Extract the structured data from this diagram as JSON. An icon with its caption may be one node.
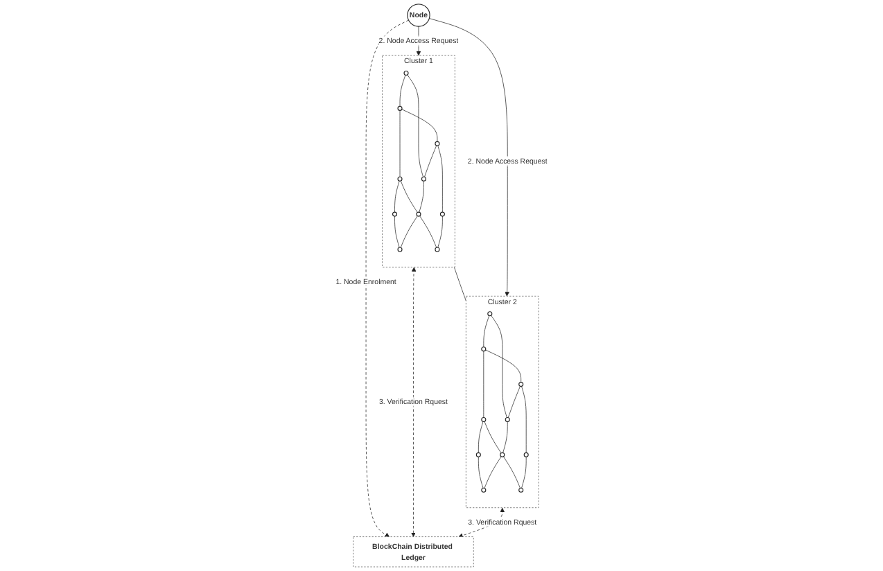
{
  "diagram": {
    "nodes": [
      {
        "text": [
          "Node"
        ]
      },
      {
        "text": [
          "Cluster 1"
        ]
      },
      {
        "text": [],
        "shape": "circle",
        "in": 1
      },
      {
        "text": [],
        "shape": "circle",
        "in": 1
      },
      {
        "text": [],
        "shape": "circle",
        "in": 1
      },
      {
        "text": [],
        "shape": "circle",
        "in": 1
      },
      {
        "text": [],
        "shape": "circle",
        "in": 1
      },
      {
        "text": [],
        "shape": "circle",
        "in": 1
      },
      {
        "text": [],
        "shape": "circle",
        "in": 1
      },
      {
        "text": [],
        "shape": "circle",
        "in": 1
      },
      {
        "text": [],
        "shape": "circle",
        "in": 1
      },
      {
        "text": [],
        "shape": "circle",
        "in": 1
      },
      {
        "text": [
          "Cluster 2"
        ]
      },
      {
        "text": [],
        "shape": "circle",
        "in": 12
      },
      {
        "text": [],
        "shape": "circle",
        "in": 12
      },
      {
        "text": [],
        "shape": "circle",
        "in": 12
      },
      {
        "text": [],
        "shape": "circle",
        "in": 12
      },
      {
        "text": [],
        "shape": "circle",
        "in": 12
      },
      {
        "text": [],
        "shape": "circle",
        "in": 12
      },
      {
        "text": [],
        "shape": "circle",
        "in": 12
      },
      {
        "text": [],
        "shape": "circle",
        "in": 12
      },
      {
        "text": [],
        "shape": "circle",
        "in": 12
      },
      {
        "text": [],
        "shape": "circle",
        "in": 12
      },
      {
        "text": [
          "BlockChain Distributed Ledger"
        ]
      }
    ],
    "edges": [
      {
        "from": 0,
        "to": 1,
        "arrow": "to",
        "label": "2. Node Access Request"
      },
      {
        "from": 0,
        "to": 12,
        "arrow": "to",
        "label": "2. Node Access Request"
      },
      {
        "from": 0,
        "to": 23,
        "arrow": "to",
        "label": "1. Node Enrolment",
        "style": "dashed"
      },
      {
        "from": 1,
        "to": 23,
        "arrow": "both",
        "label": "3. Verification Rquest",
        "style": "dashed"
      },
      {
        "from": 12,
        "to": 23,
        "arrow": "both",
        "label": "3. Verification Rquest",
        "style": "dashed"
      },
      {
        "from": 1,
        "to": 12,
        "arrow": "none"
      },
      {
        "from": 2,
        "to": 3,
        "arrow": "none"
      },
      {
        "from": 2,
        "to": 7,
        "arrow": "none"
      },
      {
        "from": 3,
        "to": 6,
        "arrow": "none"
      },
      {
        "from": 3,
        "to": 5,
        "arrow": "none"
      },
      {
        "from": 5,
        "to": 4,
        "arrow": "none"
      },
      {
        "from": 5,
        "to": 8,
        "arrow": "none"
      },
      {
        "from": 4,
        "to": 9,
        "arrow": "none"
      },
      {
        "from": 6,
        "to": 7,
        "arrow": "none"
      },
      {
        "from": 7,
        "to": 8,
        "arrow": "none"
      },
      {
        "from": 8,
        "to": 9,
        "arrow": "none"
      },
      {
        "from": 6,
        "to": 10,
        "arrow": "none"
      },
      {
        "from": 8,
        "to": 11,
        "arrow": "none"
      },
      {
        "from": 10,
        "to": 11,
        "arrow": "none"
      },
      {
        "from": 13,
        "to": 14,
        "arrow": "none"
      },
      {
        "from": 13,
        "to": 18,
        "arrow": "none"
      },
      {
        "from": 14,
        "to": 17,
        "arrow": "none"
      },
      {
        "from": 14,
        "to": 16,
        "arrow": "none"
      },
      {
        "from": 16,
        "to": 15,
        "arrow": "none"
      },
      {
        "from": 16,
        "to": 19,
        "arrow": "none"
      },
      {
        "from": 15,
        "to": 20,
        "arrow": "none"
      },
      {
        "from": 17,
        "to": 18,
        "arrow": "none"
      },
      {
        "from": 18,
        "to": 19,
        "arrow": "none"
      },
      {
        "from": 19,
        "to": 20,
        "arrow": "none"
      },
      {
        "from": 17,
        "to": 21,
        "arrow": "none"
      },
      {
        "from": 19,
        "to": 22,
        "arrow": "none"
      },
      {
        "from": 21,
        "to": 22,
        "arrow": "none"
      }
    ]
  }
}
